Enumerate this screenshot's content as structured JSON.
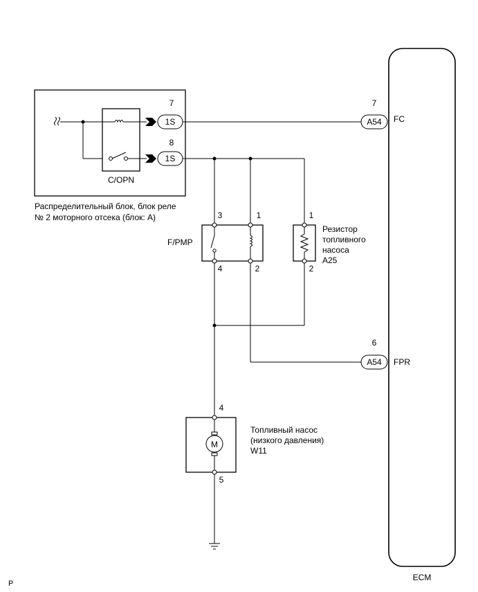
{
  "relay_block": {
    "name_line1": "Распределительный блок, блок реле",
    "name_line2": "№ 2 моторного отсека (блок: A)",
    "relay_label": "C/OPN",
    "connector_label": "1S",
    "pin_upper": "7",
    "pin_lower": "8"
  },
  "fuel_pump_relay": {
    "label": "F/PMP",
    "pins": {
      "switch_top": "3",
      "coil_top": "1",
      "switch_bottom": "4",
      "coil_bottom": "2"
    }
  },
  "resistor": {
    "line1": "Резистор",
    "line2": "топливного",
    "line3": "насоса",
    "code": "A25",
    "pin_top": "1",
    "pin_bottom": "2"
  },
  "pump": {
    "line1": "Топливный насос",
    "line2": "(низкого давления)",
    "code": "W11",
    "pin_top": "4",
    "pin_bottom": "5",
    "motor_symbol": "M"
  },
  "ecm": {
    "label": "ECM",
    "connector_label": "A54",
    "terminal_fc": "FC",
    "terminal_fpr": "FPR",
    "pin_fc": "7",
    "pin_fpr": "6"
  },
  "footer": {
    "mark": "P"
  },
  "icons": [
    "fuse-link-icon",
    "relay-coil-icon",
    "relay-switch-icon",
    "connector-arrow-icon",
    "resistor-icon",
    "motor-icon",
    "ground-icon"
  ]
}
